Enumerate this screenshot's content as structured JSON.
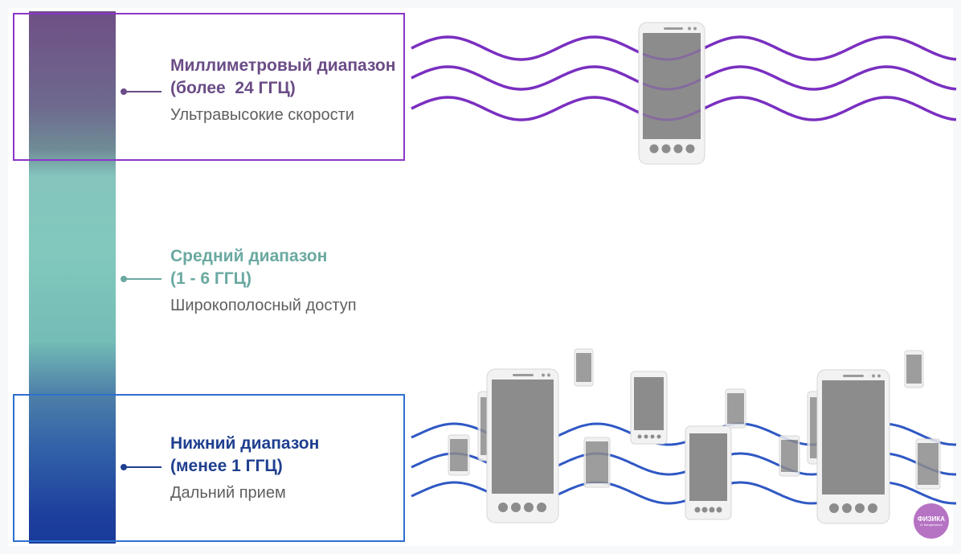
{
  "bands": [
    {
      "id": "millimeter",
      "title_line1": "Миллиметровый диапазон",
      "title_line2": "(более  24 ГГЦ)",
      "description": "Ультравысокие скорости",
      "color": "#6a4c86",
      "box_color": "#8a36c8"
    },
    {
      "id": "mid",
      "title_line1": "Средний диапазон",
      "title_line2": "(1 - 6 ГГЦ)",
      "description": "Широкополосный доступ",
      "color": "#6aa9a1"
    },
    {
      "id": "low",
      "title_line1": "Нижний диапазон",
      "title_line2": "(менее 1 ГГЦ)",
      "description": "Дальний прием",
      "color": "#1f3f8f",
      "box_color": "#2e6fd0"
    }
  ],
  "colors": {
    "wave_mm": "#7a2fc0",
    "wave_low": "#2f58c4",
    "phone_screen": "#8c8c8c",
    "phone_body": "#f2f2f2"
  },
  "logo": {
    "text": "ФИЗИКА",
    "sub": "от Канцинского"
  }
}
